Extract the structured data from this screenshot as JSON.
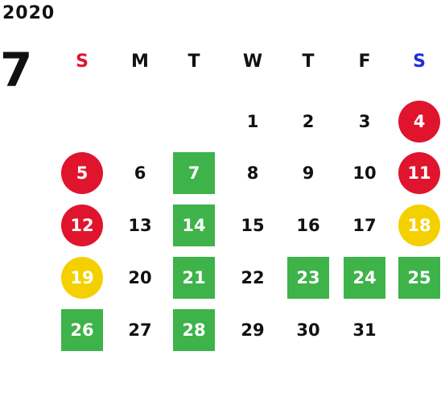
{
  "calendar": {
    "year": "2020",
    "month": "7",
    "weekdays": [
      "S",
      "M",
      "T",
      "W",
      "T",
      "F",
      "S"
    ],
    "colors": {
      "sunday": "#e0142d",
      "saturday": "#1b2fdc",
      "holiday": "#e0142d",
      "highlight_green": "#3db34a",
      "highlight_yellow": "#f5d000"
    },
    "weeks": [
      [
        null,
        null,
        null,
        {
          "d": "1"
        },
        {
          "d": "2"
        },
        {
          "d": "3"
        },
        {
          "d": "4",
          "s": "red"
        }
      ],
      [
        {
          "d": "5",
          "s": "red"
        },
        {
          "d": "6"
        },
        {
          "d": "7",
          "s": "green"
        },
        {
          "d": "8"
        },
        {
          "d": "9"
        },
        {
          "d": "10"
        },
        {
          "d": "11",
          "s": "red"
        }
      ],
      [
        {
          "d": "12",
          "s": "red"
        },
        {
          "d": "13"
        },
        {
          "d": "14",
          "s": "green"
        },
        {
          "d": "15"
        },
        {
          "d": "16"
        },
        {
          "d": "17"
        },
        {
          "d": "18",
          "s": "yellow"
        }
      ],
      [
        {
          "d": "19",
          "s": "yellow"
        },
        {
          "d": "20"
        },
        {
          "d": "21",
          "s": "green"
        },
        {
          "d": "22"
        },
        {
          "d": "23",
          "s": "green"
        },
        {
          "d": "24",
          "s": "green"
        },
        {
          "d": "25",
          "s": "green"
        }
      ],
      [
        {
          "d": "26",
          "s": "green"
        },
        {
          "d": "27"
        },
        {
          "d": "28",
          "s": "green"
        },
        {
          "d": "29"
        },
        {
          "d": "30"
        },
        {
          "d": "31"
        },
        null
      ]
    ]
  }
}
